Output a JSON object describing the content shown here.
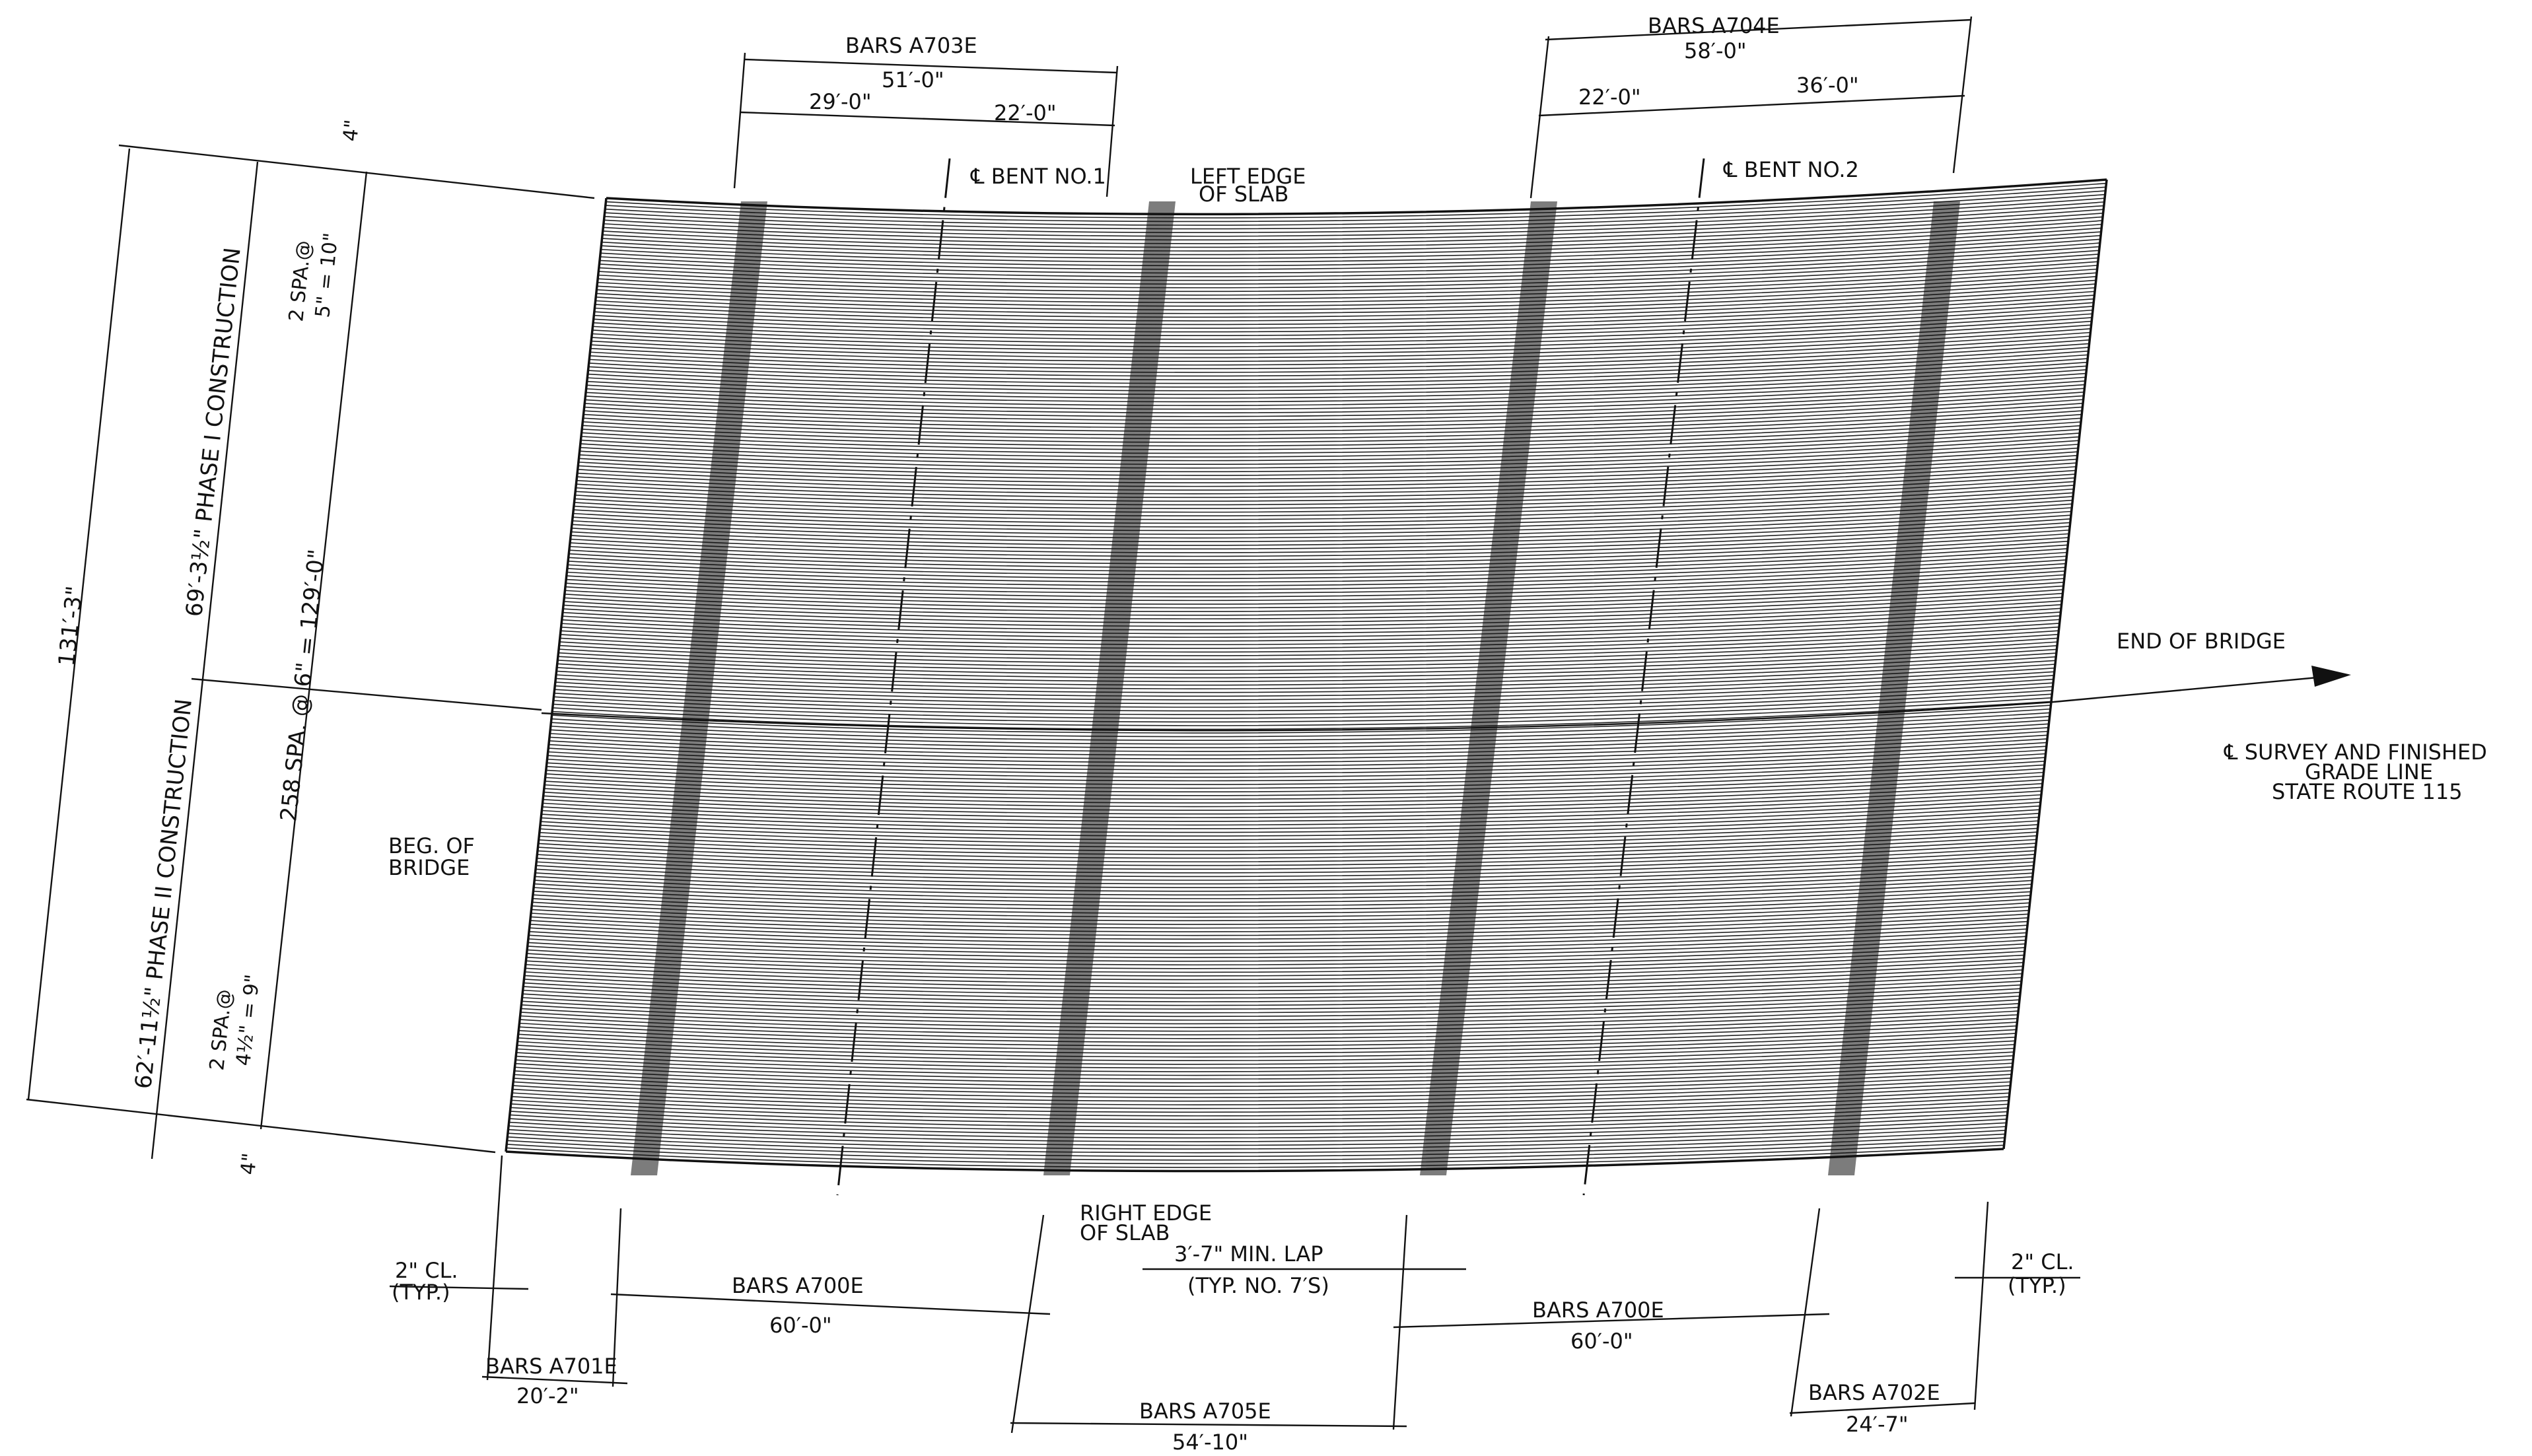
{
  "labels": {
    "bars_a703e": "BARS A703E",
    "dim_51": "51′-0\"",
    "dim_29": "29′-0\"",
    "dim_22a": "22′-0\"",
    "bent1": "℄ BENT NO.1",
    "left_edge_1": "LEFT EDGE",
    "left_edge_2": "OF SLAB",
    "bars_a704e": "BARS A704E",
    "dim_58": "58′-0\"",
    "dim_22b": "22′-0\"",
    "dim_36": "36′-0\"",
    "bent2": "℄ BENT NO.2",
    "end_of_bridge": "END OF BRIDGE",
    "survey_1": "℄ SURVEY AND FINISHED",
    "survey_2": "GRADE LINE",
    "survey_3": "STATE ROUTE 115",
    "beg_1": "BEG. OF",
    "beg_2": "BRIDGE",
    "right_edge_1": "RIGHT EDGE",
    "right_edge_2": "OF SLAB",
    "dim_131": "131′-3\"",
    "phase1": "69′-3½\" PHASE I CONSTRUCTION",
    "phase2": "62′-11½\" PHASE II CONSTRUCTION",
    "spa_main": "258 SPA. @ 6\" = 129′-0\"",
    "spa_top_1": "2 SPA.@",
    "spa_top_2": "5\" = 10\"",
    "spa_bot_1": "2 SPA.@",
    "spa_bot_2": "4½\" = 9\"",
    "four_top": "4\"",
    "four_bot": "4\"",
    "cl_left_1": "2\" CL.",
    "cl_left_2": "(TYP.)",
    "cl_right_1": "2\" CL.",
    "cl_right_2": "(TYP.)",
    "bars_a700e_left": "BARS A700E",
    "dim_60_left": "60′-0\"",
    "lap_1": "3′-7\" MIN. LAP",
    "lap_2": "(TYP. NO. 7′S)",
    "bars_a700e_right": "BARS A700E",
    "dim_60_right": "60′-0\"",
    "bars_a701e": "BARS A701E",
    "dim_20_2": "20′-2\"",
    "bars_a705e": "BARS A705E",
    "dim_54_10": "54′-10\"",
    "bars_a702e": "BARS A702E",
    "dim_24_7": "24′-7\""
  }
}
